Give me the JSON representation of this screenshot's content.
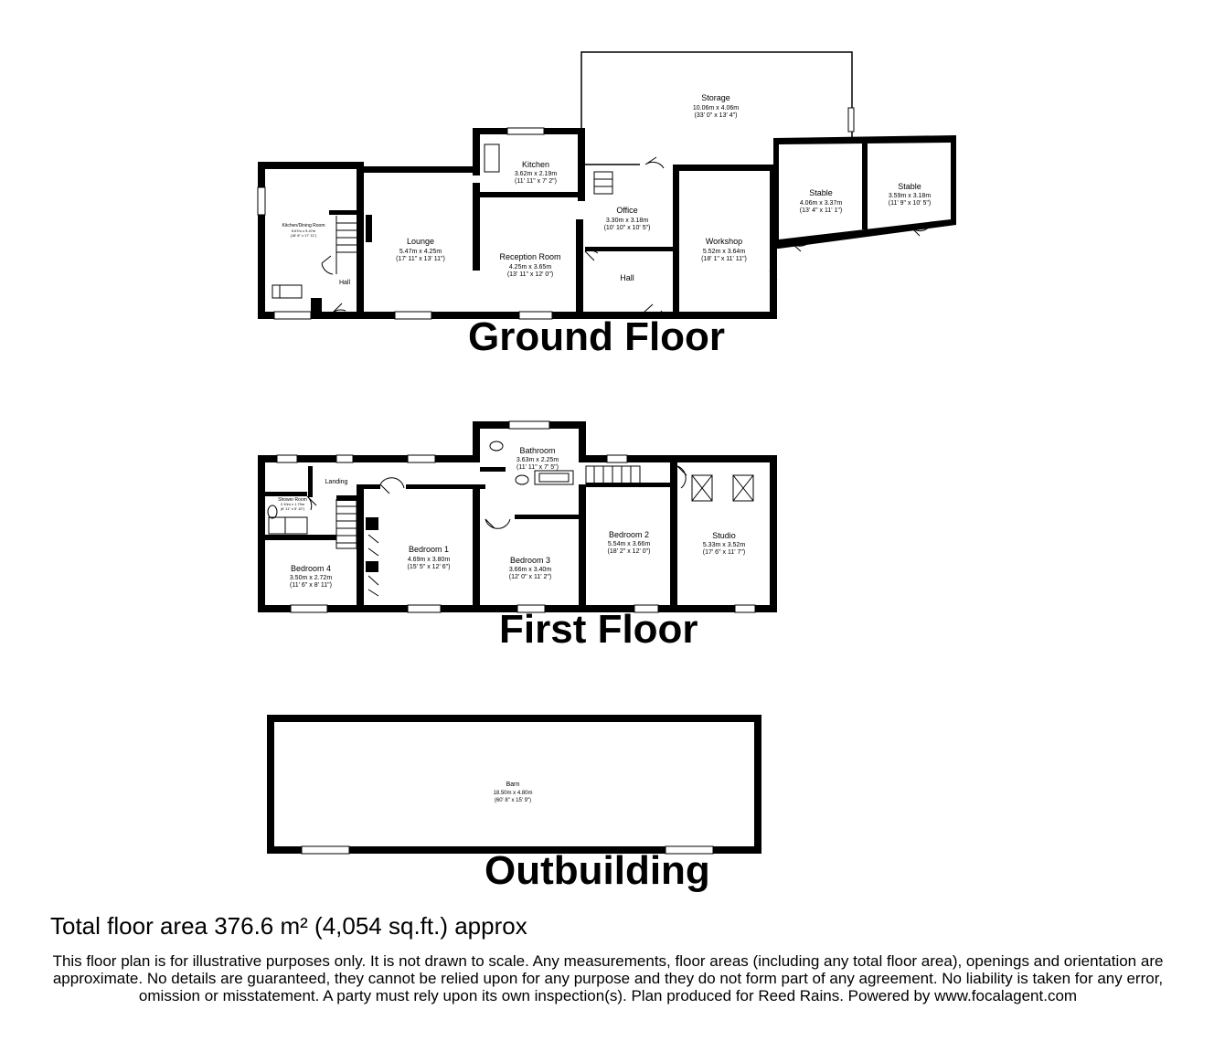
{
  "floors": {
    "ground": {
      "title": "Ground Floor",
      "rooms": {
        "kitchen_dining": {
          "name": "Kitchen/Dining Room",
          "dims": "5.67m x 5.47m",
          "imperial": "(18' 8\" x 17' 11\")"
        },
        "hall_left": {
          "name": "Hall"
        },
        "lounge": {
          "name": "Lounge",
          "dims": "5.47m x 4.25m",
          "imperial": "(17' 11\" x 13' 11\")"
        },
        "kitchen": {
          "name": "Kitchen",
          "dims": "3.62m x 2.19m",
          "imperial": "(11' 11\" x 7' 2\")"
        },
        "reception": {
          "name": "Reception Room",
          "dims": "4.25m x 3.65m",
          "imperial": "(13' 11\" x 12' 0\")"
        },
        "office": {
          "name": "Office",
          "dims": "3.30m x 3.18m",
          "imperial": "(10' 10\" x 10' 5\")"
        },
        "hall_right": {
          "name": "Hall"
        },
        "workshop": {
          "name": "Workshop",
          "dims": "5.52m x 3.64m",
          "imperial": "(18' 1\" x 11' 11\")"
        },
        "storage": {
          "name": "Storage",
          "dims": "10.06m x 4.06m",
          "imperial": "(33' 0\" x 13' 4\")"
        },
        "stable_1": {
          "name": "Stable",
          "dims": "4.06m x 3.37m",
          "imperial": "(13' 4\" x 11' 1\")"
        },
        "stable_2": {
          "name": "Stable",
          "dims": "3.59m x 3.18m",
          "imperial": "(11' 9\" x 10' 5\")"
        }
      }
    },
    "first": {
      "title": "First Floor",
      "rooms": {
        "shower": {
          "name": "Shower Room",
          "dims": "2.10m x 1.79m",
          "imperial": "(6' 11\" x 5' 10\")"
        },
        "landing": {
          "name": "Landing"
        },
        "bathroom": {
          "name": "Bathroom",
          "dims": "3.63m x 2.25m",
          "imperial": "(11' 11\" x 7' 5\")"
        },
        "bedroom_4": {
          "name": "Bedroom 4",
          "dims": "3.50m x 2.72m",
          "imperial": "(11' 6\" x 8' 11\")"
        },
        "bedroom_1": {
          "name": "Bedroom 1",
          "dims": "4.69m x 3.80m",
          "imperial": "(15' 5\" x 12' 6\")"
        },
        "bedroom_3": {
          "name": "Bedroom 3",
          "dims": "3.66m x 3.40m",
          "imperial": "(12' 0\" x 11' 2\")"
        },
        "bedroom_2": {
          "name": "Bedroom 2",
          "dims": "5.54m x 3.66m",
          "imperial": "(18' 2\" x 12' 0\")"
        },
        "studio": {
          "name": "Studio",
          "dims": "5.33m x 3.52m",
          "imperial": "(17' 6\" x 11' 7\")"
        }
      }
    },
    "outbuilding": {
      "title": "Outbuilding",
      "rooms": {
        "barn": {
          "name": "Barn",
          "dims": "18.50m x 4.80m",
          "imperial": "(60' 8\" x 15' 9\")"
        }
      }
    }
  },
  "total_area": "Total floor area 376.6 m² (4,054 sq.ft.) approx",
  "disclaimer": "This floor plan is for illustrative purposes only. It is not drawn to scale. Any measurements, floor areas (including any total floor area), openings and orientation are approximate. No details are guaranteed, they cannot be relied upon for any purpose and they do not form part of any agreement. No liability is taken for any error, omission or misstatement. A party must rely upon its own inspection(s). Plan produced for Reed Rains. Powered by www.focalagent.com"
}
